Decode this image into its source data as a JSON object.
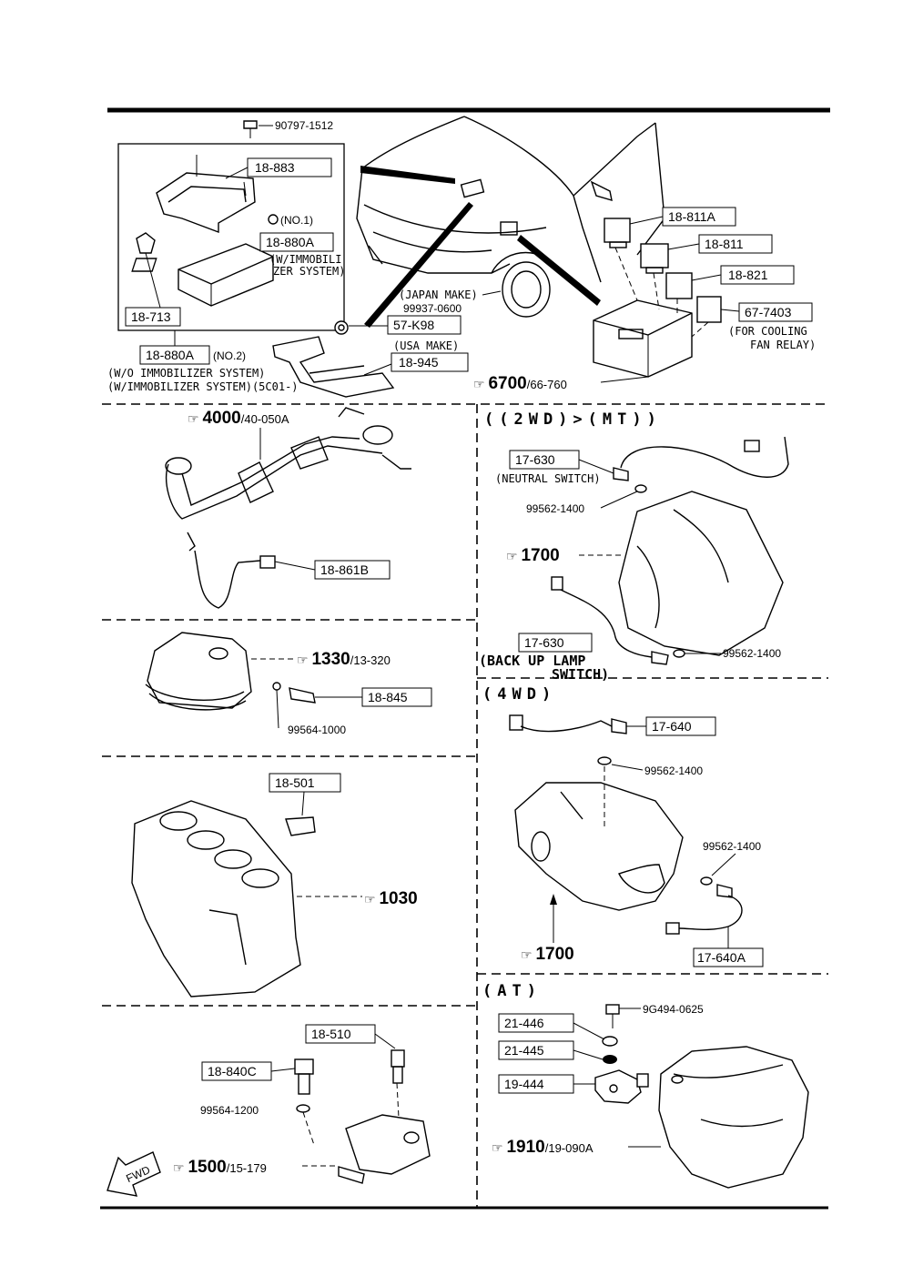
{
  "callouts": {
    "bolt_90797": "90797-1512",
    "box_18883": "18-883",
    "no1": "(NO.1)",
    "box_18880a_top": "18-880A",
    "w_immobili_1": "(W/IMMOBILI",
    "w_immobili_2": "ZER SYSTEM)",
    "box_18713": "18-713",
    "box_18880a_no2": "18-880A",
    "no2": "(NO.2)",
    "wo_immobilizer": "(W/O IMMOBILIZER SYSTEM)",
    "w_immobilizer_5c01": "(W/IMMOBILIZER SYSTEM)(5C01-)",
    "japan_make": "(JAPAN MAKE)",
    "part_99937": "99937-0600",
    "box_57k98": "57-K98",
    "usa_make": "(USA MAKE)",
    "box_18945": "18-945",
    "ref_6700_main": "6700",
    "ref_6700_sub": "/66-760",
    "box_18811a": "18-811A",
    "box_18811": "18-811",
    "box_18821": "18-821",
    "box_677403": "67-7403",
    "for_cooling": "(FOR COOLING",
    "fan_relay": "FAN RELAY)",
    "ref_4000_main": "4000",
    "ref_4000_sub": "/40-050A",
    "box_18861b": "18-861B",
    "ref_1330_main": "1330",
    "ref_1330_sub": "/13-320",
    "box_18845": "18-845",
    "part_99564_1000": "99564-1000",
    "box_18501": "18-501",
    "ref_1030": "1030",
    "box_18510": "18-510",
    "box_18840c": "18-840C",
    "part_99564_1200": "99564-1200",
    "fwd": "FWD",
    "ref_1500_main": "1500",
    "ref_1500_sub": "/15-179",
    "hdr_2wd_mt": "((2WD)>(MT))",
    "box_17630_top": "17-630",
    "neutral_switch": "(NEUTRAL SWITCH)",
    "part_99562_a": "99562-1400",
    "ref_1700_a": "1700",
    "box_17630_bot": "17-630",
    "back_up_lamp": "(BACK UP LAMP",
    "switch": "SWITCH)",
    "part_99562_b": "99562-1400",
    "hdr_4wd": "(4WD)",
    "box_17640": "17-640",
    "part_99562_c": "99562-1400",
    "part_99562_d": "99562-1400",
    "ref_1700_b": "1700",
    "box_17640a": "17-640A",
    "hdr_at": "(AT)",
    "part_9g494": "9G494-0625",
    "box_21446": "21-446",
    "box_21445": "21-445",
    "box_19444": "19-444",
    "ref_1910_main": "1910",
    "ref_1910_sub": "/19-090A"
  }
}
